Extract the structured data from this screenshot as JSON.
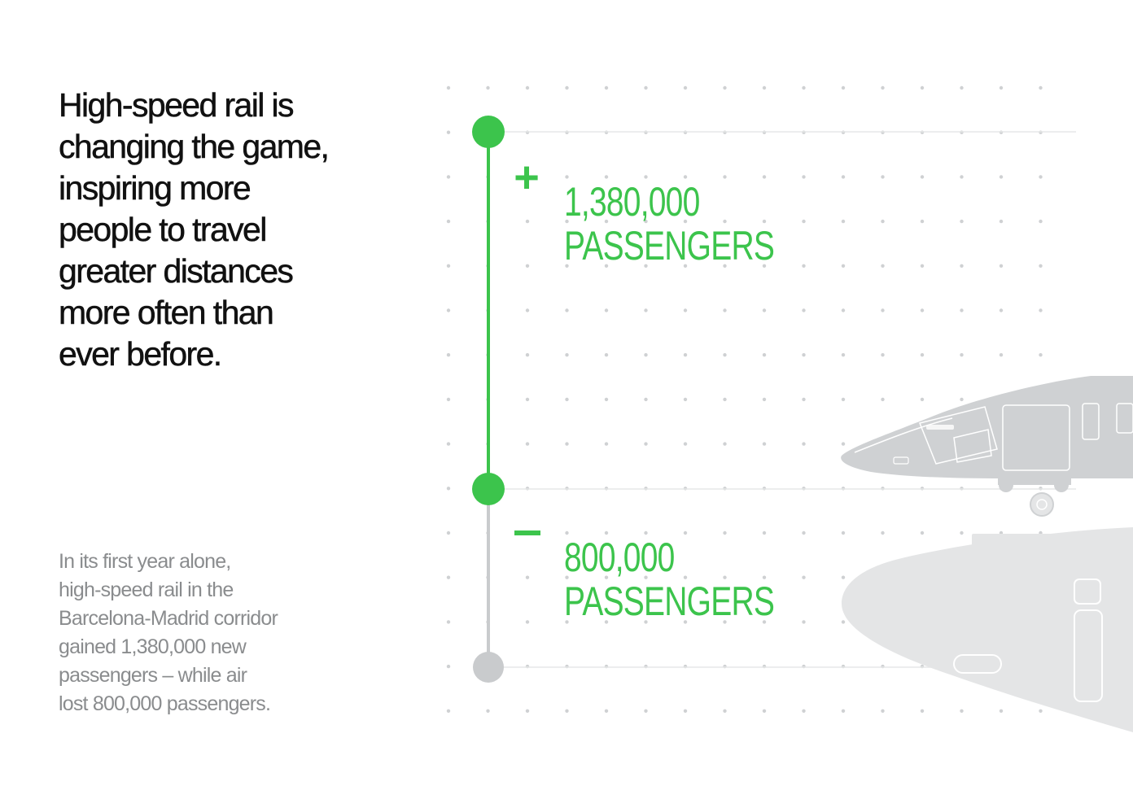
{
  "headline": {
    "lines": [
      "High-speed rail is",
      "changing the game,",
      "inspiring more",
      "people to travel",
      "greater distances",
      "more often than",
      "ever before."
    ]
  },
  "body": {
    "lines": [
      "In its first year alone,",
      "high-speed rail in the",
      "Barcelona-Madrid corridor",
      "gained 1,380,000 new",
      "passengers – while air",
      "lost 800,000 passengers."
    ]
  },
  "gain": {
    "sign": "+",
    "value": "1,380,000",
    "unit": "PASSENGERS"
  },
  "loss": {
    "sign": "–",
    "value": "800,000",
    "unit": "PASSENGERS"
  },
  "colors": {
    "accent_green": "#3cc44c",
    "neutral_gray": "#c9cbcd",
    "text_dark": "#111111",
    "text_gray": "#8a8c8e",
    "dot_gray": "#cfd1d3",
    "silhouette_gray": "#e4e5e6",
    "train_gray": "#cfd1d3"
  },
  "illustrations": {
    "train_icon": "high-speed-train-icon",
    "airplane_icon": "airplane-icon"
  }
}
